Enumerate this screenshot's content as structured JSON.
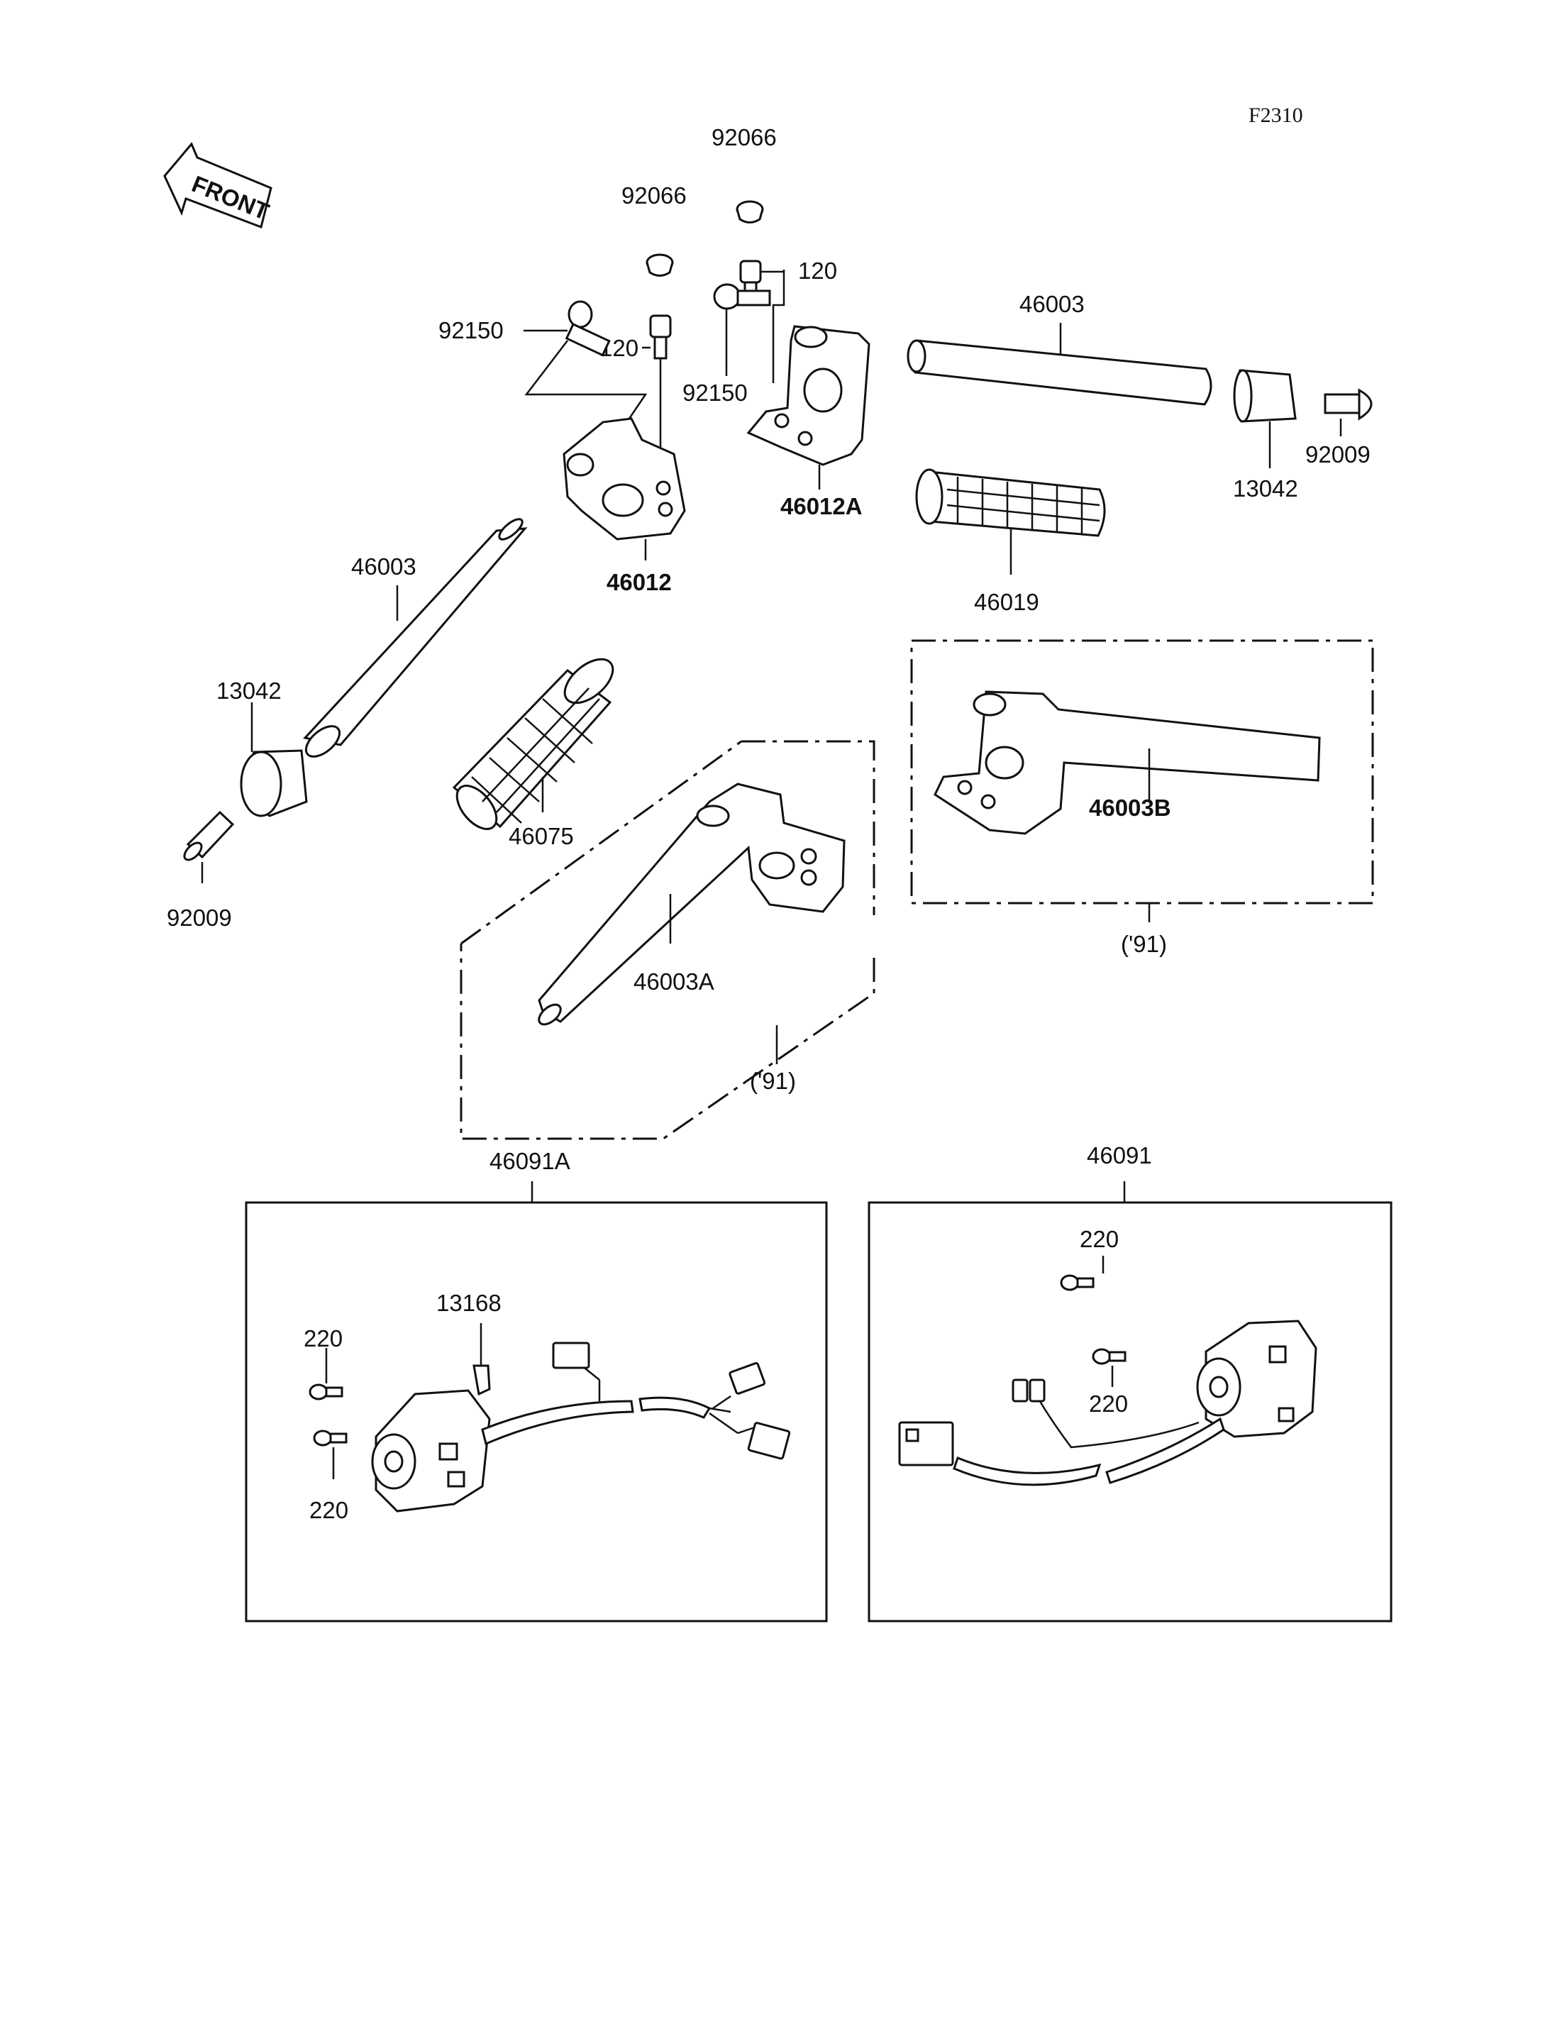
{
  "figure_code": "F2310",
  "front_label": "FRONT",
  "labels": {
    "n92066_top": "92066",
    "n92066_left": "92066",
    "n120_right": "120",
    "n120_left": "120",
    "n92150_left": "92150",
    "n92150_mid": "92150",
    "n46003_right": "46003",
    "n46003_left": "46003",
    "n13042_right": "13042",
    "n13042_left": "13042",
    "n92009_right": "92009",
    "n92009_left": "92009",
    "n46012A": "46012A",
    "n46012": "46012",
    "n46019": "46019",
    "n46075": "46075",
    "n46003A": "46003A",
    "n46003B": "46003B",
    "note91_a": "('91)",
    "note91_b": "('91)",
    "n46091A": "46091A",
    "n46091": "46091",
    "n13168": "13168",
    "n220_a1": "220",
    "n220_a2": "220",
    "n220_b1": "220",
    "n220_b2": "220"
  }
}
